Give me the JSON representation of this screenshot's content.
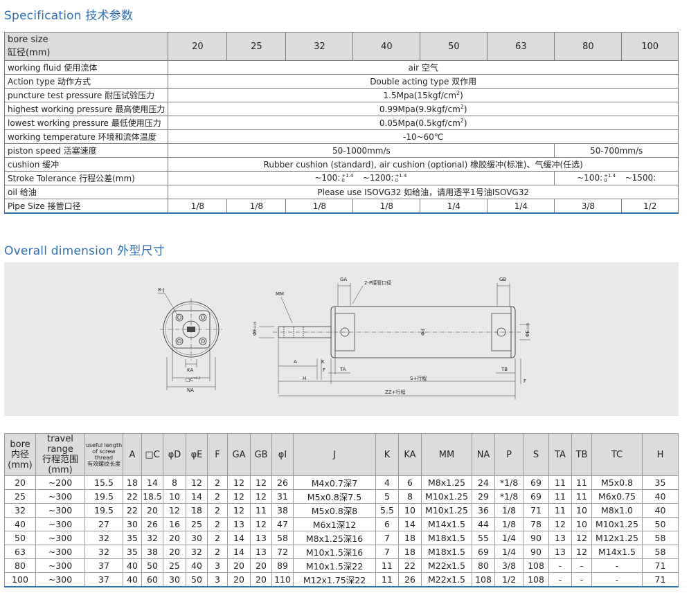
{
  "spec": {
    "title": "Specification 技术参数",
    "header": {
      "label_en": "bore size",
      "label_cn": "缸径(mm)",
      "bores": [
        "20",
        "25",
        "32",
        "40",
        "50",
        "63",
        "80",
        "100"
      ]
    },
    "rows": {
      "fluid": {
        "label": "working fluid 使用流体",
        "value": "air 空气"
      },
      "action": {
        "label": "Action type 动作方式",
        "value": "Double acting type 双作用"
      },
      "proof": {
        "label": "puncture test pressure 耐压试验压力",
        "value": "1.5Mpa(15kgf/cm",
        "sup": "2",
        "close": ")"
      },
      "max": {
        "label": "highest working pressure 最高使用压力",
        "value": "0.99Mpa(9.9kgf/cm",
        "sup": "2",
        "close": ")"
      },
      "min": {
        "label": "lowest working pressure 最低使用压力",
        "value": "0.05Mpa(0.5kgf/cm",
        "sup": "2",
        "close": ")"
      },
      "temp": {
        "label": "working temperature 环境和流体温度",
        "value": "-10~60℃"
      },
      "speed": {
        "label": "piston speed 活塞速度",
        "value_a": "50-1000mm/s",
        "value_b": "50-700mm/s"
      },
      "cushion": {
        "label": "cushion 缓冲",
        "value": "Rubber cushion (standard), air cushion (optional) 橡胶缓冲(标准)、气缓冲(任选)"
      },
      "stroke": {
        "label": "Stroke Tolerance 行程公差(mm)",
        "a1": "~100:",
        "t1u": "+1.4",
        "t1l": "0",
        "a2": "~1200:",
        "t2u": "+1.4",
        "t2l": "0",
        "b1": "~100:",
        "t3u": "+1.4",
        "t3l": "0",
        "b2": "~1500:"
      },
      "oil": {
        "label": "oil 给油",
        "value": "Please use ISOVG32 如给油，请用透平1号油ISOVG32"
      },
      "pipe": {
        "label": "Pipe Size 接管口径",
        "values": [
          "1/8",
          "1/8",
          "1/8",
          "1/8",
          "1/4",
          "1/4",
          "3/8",
          "1/2"
        ]
      }
    }
  },
  "overall": {
    "title": "Overall dimension 外型尺寸",
    "drawing": {
      "labels": {
        "eightj": "8-J",
        "mm": "MM",
        "ga": "GA",
        "twop": "2-P接管口径",
        "gb": "GB",
        "ka": "KA",
        "c": "□C",
        "c_sup": "+0.2",
        "na": "NA",
        "a": "A",
        "k": "K",
        "f": "F",
        "ta": "TA",
        "tb": "TB",
        "h": "H",
        "s": "S+行程",
        "zz": "ZZ+行程",
        "phie": "ΦE",
        "phie_sub": "-0.05",
        "phid": "Φd",
        "phid2": "ΦE",
        "phid2_sub": "-0.05",
        "f2": "F"
      }
    }
  },
  "dims": {
    "headers": {
      "bore_en": "bore",
      "bore_cn": "内径",
      "bore_unit": "(mm)",
      "travel_en": "travel range",
      "travel_cn": "行程范围",
      "travel_unit": "(mm)",
      "useful_1": "useful length",
      "useful_2": "of screw thread",
      "useful_3": "有效螺纹长度",
      "cols": [
        "A",
        "□C",
        "φD",
        "φE",
        "F",
        "GA",
        "GB",
        "φI",
        "J",
        "K",
        "KA",
        "MM",
        "NA",
        "P",
        "S",
        "TA",
        "TB",
        "TC",
        "H"
      ]
    },
    "rows": [
      [
        "20",
        "~200",
        "15.5",
        "18",
        "14",
        "8",
        "12",
        "2",
        "12",
        "12",
        "26",
        "M4x0.7深7",
        "4",
        "6",
        "M8x1.25",
        "24",
        "*1/8",
        "69",
        "11",
        "11",
        "M5x0.8",
        "35"
      ],
      [
        "25",
        "~300",
        "19.5",
        "22",
        "18.5",
        "10",
        "14",
        "2",
        "12",
        "12",
        "31",
        "M5x0.8深7.5",
        "5",
        "8",
        "M10x1.25",
        "29",
        "*1/8",
        "69",
        "11",
        "11",
        "M6x0.75",
        "40"
      ],
      [
        "32",
        "~300",
        "19.5",
        "22",
        "20",
        "12",
        "18",
        "2",
        "12",
        "11",
        "38",
        "M5x0.8深8",
        "5.5",
        "10",
        "M10x1.25",
        "36",
        "1/8",
        "71",
        "11",
        "10",
        "M8x1.0",
        "40"
      ],
      [
        "40",
        "~300",
        "27",
        "30",
        "26",
        "16",
        "25",
        "2",
        "13",
        "12",
        "47",
        "M6x1深12",
        "6",
        "14",
        "M14x1.5",
        "44",
        "1/8",
        "78",
        "12",
        "10",
        "M10x1.25",
        "50"
      ],
      [
        "50",
        "~300",
        "32",
        "35",
        "32",
        "20",
        "30",
        "2",
        "14",
        "13",
        "58",
        "M8x1.25深16",
        "7",
        "18",
        "M18x1.5",
        "55",
        "1/4",
        "90",
        "13",
        "12",
        "M12x1.25",
        "58"
      ],
      [
        "63",
        "~300",
        "32",
        "35",
        "38",
        "20",
        "32",
        "2",
        "14",
        "13",
        "72",
        "M10x1.5深16",
        "7",
        "18",
        "M18x1.5",
        "69",
        "1/4",
        "90",
        "13",
        "12",
        "M14x1.5",
        "58"
      ],
      [
        "80",
        "~300",
        "37",
        "40",
        "50",
        "25",
        "40",
        "3",
        "20",
        "20",
        "89",
        "M10x1.5深22",
        "11",
        "22",
        "M22x1.5",
        "80",
        "3/8",
        "108",
        "-",
        "-",
        "-",
        "71"
      ],
      [
        "100",
        "~300",
        "37",
        "40",
        "60",
        "30",
        "50",
        "3",
        "20",
        "20",
        "110",
        "M12x1.75深22",
        "11",
        "26",
        "M22x1.5",
        "108",
        "1/2",
        "108",
        "-",
        "-",
        "-",
        "71"
      ]
    ]
  }
}
